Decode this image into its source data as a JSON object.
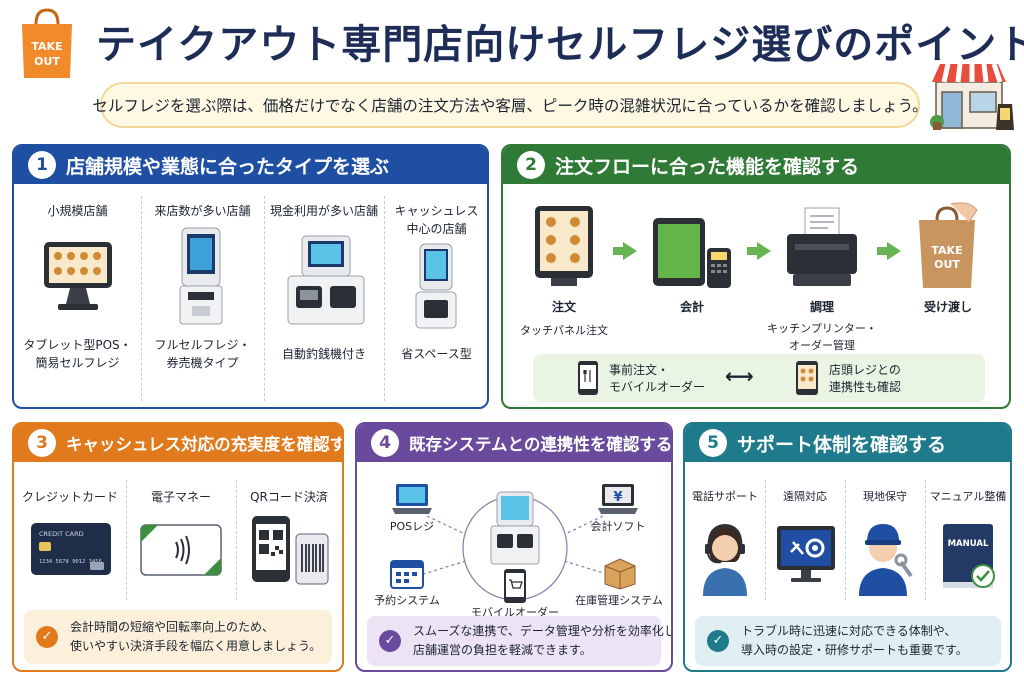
{
  "header": {
    "title": "テイクアウト専門店向けセルフレジ選びのポイント",
    "bag_text_line1": "TAKE",
    "bag_text_line2": "OUT",
    "subtitle": "セルフレジを選ぶ際は、価格だけでなく店舗の注文方法や客層、ピーク時の混雑状況に合っているかを確認しましょう。"
  },
  "section1": {
    "number": "1",
    "title": "店舗規模や業態に合ったタイプを選ぶ",
    "columns": [
      {
        "heading": "小規模店舗",
        "label_line1": "タブレット型POS・",
        "label_line2": "簡易セルフレジ"
      },
      {
        "heading": "来店数が多い店舗",
        "label_line1": "フルセルフレジ・",
        "label_line2": "券売機タイプ"
      },
      {
        "heading": "現金利用が多い店舗",
        "label_line1": "自動釣銭機付き",
        "label_line2": ""
      },
      {
        "heading_line1": "キャッシュレス",
        "heading_line2": "中心の店舗",
        "label_line1": "省スペース型",
        "label_line2": ""
      }
    ]
  },
  "section2": {
    "number": "2",
    "title": "注文フローに合った機能を確認する",
    "steps": [
      {
        "label": "注文",
        "sub1": "タッチパネル注文",
        "sub2": ""
      },
      {
        "label": "会計",
        "sub1": "",
        "sub2": ""
      },
      {
        "label": "調理",
        "sub1": "キッチンプリンター・",
        "sub2": "オーダー管理"
      },
      {
        "label": "受け渡し",
        "sub1": "",
        "sub2": ""
      }
    ],
    "bag_text_line1": "TAKE",
    "bag_text_line2": "OUT",
    "note_left_line1": "事前注文・",
    "note_left_line2": "モバイルオーダー",
    "note_arrow": "⟷",
    "note_right_line1": "店頭レジとの",
    "note_right_line2": "連携性も確認"
  },
  "section3": {
    "number": "3",
    "title": "キャッシュレス対応の充実度を確認する",
    "methods": [
      "クレジットカード",
      "電子マネー",
      "QRコード決済"
    ],
    "card_label": "CREDIT CARD",
    "card_number": "1234 5678 9012 3456",
    "note_line1": "会計時間の短縮や回転率向上のため、",
    "note_line2": "使いやすい決済手段を幅広く用意しましょう。"
  },
  "section4": {
    "number": "4",
    "title": "既存システムとの連携性を確認する",
    "nodes": [
      "POSレジ",
      "会計ソフト",
      "予約システム",
      "モバイルオーダー",
      "在庫管理システム"
    ],
    "yen_symbol": "¥",
    "note_line1": "スムーズな連携で、データ管理や分析を効率化し、",
    "note_line2": "店舗運営の負担を軽減できます。"
  },
  "section5": {
    "number": "5",
    "title": "サポート体制を確認する",
    "items": [
      "電話サポート",
      "遠隔対応",
      "現地保守",
      "マニュアル整備"
    ],
    "manual_label": "MANUAL",
    "note_line1": "トラブル時に迅速に対応できる体制や、",
    "note_line2": "導入時の設定・研修サポートも重要です。"
  },
  "colors": {
    "title": "#1d2d57",
    "section1": "#1f4fa3",
    "section2": "#2f7a35",
    "section3": "#e07a1c",
    "section4": "#6a4a9c",
    "section5": "#1f7b8c",
    "bag": "#f08a2a",
    "arrow": "#66b552"
  },
  "icons": [
    "shopping-bag-icon",
    "shop-front-icon",
    "tablet-pos-icon",
    "kiosk-icon",
    "change-machine-icon",
    "compact-kiosk-icon",
    "order-tablet-icon",
    "payment-terminal-icon",
    "kitchen-printer-icon",
    "takeout-bag-icon",
    "mobile-order-icon",
    "credit-card-icon",
    "contactless-icon",
    "qr-code-icon",
    "laptop-icon",
    "calendar-icon",
    "smartphone-cart-icon",
    "box-icon",
    "headset-operator-icon",
    "remote-monitor-icon",
    "technician-icon",
    "manual-book-icon",
    "check-icon"
  ]
}
